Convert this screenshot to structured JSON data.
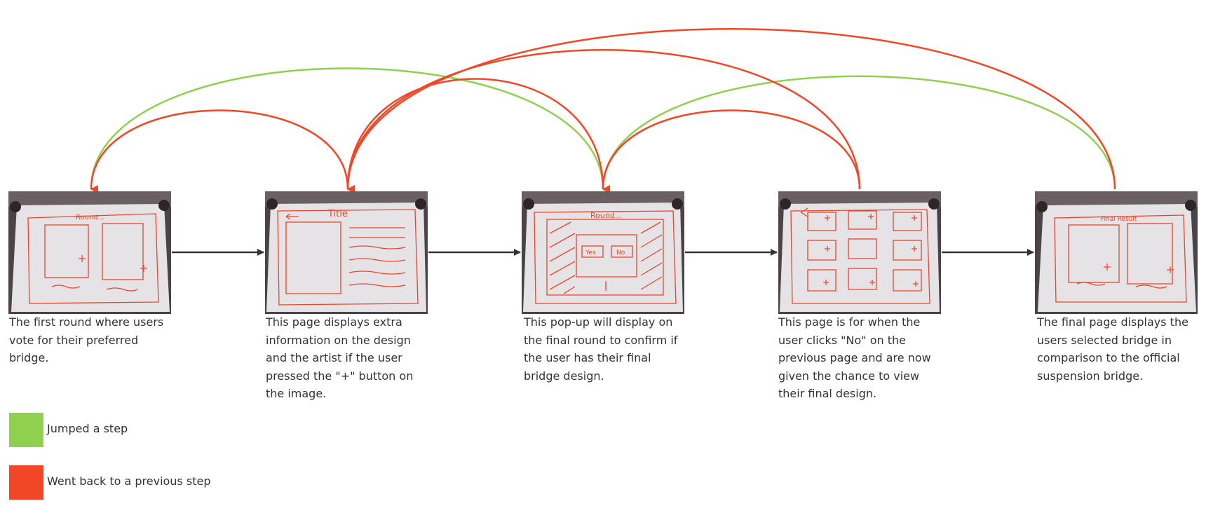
{
  "steps": [
    {
      "id": "round",
      "sketch_text": "Round...",
      "caption": "The first round where users vote for their preferred bridge."
    },
    {
      "id": "info",
      "sketch_text": "Title",
      "caption": "This page displays extra information on the design and the artist if the user pressed the \"+\" button on the image."
    },
    {
      "id": "popup",
      "sketch_text": "Round...",
      "popup_yes": "Yes",
      "popup_no": "No",
      "caption": "This pop-up will display on the final round to confirm if the user has their final bridge design."
    },
    {
      "id": "grid",
      "sketch_text": "",
      "caption": "This page is for when the user clicks \"No\" on the previous page and are now given the chance to view their final design."
    },
    {
      "id": "final",
      "sketch_text": "Final Result",
      "caption": "The final page displays the users selected bridge in comparison to the official suspension bridge."
    }
  ],
  "legend": [
    {
      "key": "jump",
      "label": "Jumped a step",
      "color": "#8fd14f"
    },
    {
      "key": "back",
      "label": "Went back to a previous step",
      "color": "#f24726"
    }
  ],
  "colors": {
    "arrow": "#333333",
    "sketch_ink": "#e8462a",
    "board": "#e6e3e6",
    "bezel": "#4a4448"
  },
  "flow_links": [
    {
      "from": "round",
      "to": "info",
      "kind": "forward"
    },
    {
      "from": "info",
      "to": "popup",
      "kind": "forward"
    },
    {
      "from": "popup",
      "to": "grid",
      "kind": "forward"
    },
    {
      "from": "grid",
      "to": "final",
      "kind": "forward"
    },
    {
      "from": "popup",
      "to": "round",
      "kind": "jump"
    },
    {
      "from": "final",
      "to": "popup",
      "kind": "jump"
    },
    {
      "from": "info",
      "to": "round",
      "kind": "back"
    },
    {
      "from": "popup",
      "to": "info",
      "kind": "back"
    },
    {
      "from": "grid",
      "to": "popup",
      "kind": "back"
    },
    {
      "from": "grid",
      "to": "info",
      "kind": "back"
    },
    {
      "from": "final",
      "to": "info",
      "kind": "back"
    }
  ]
}
